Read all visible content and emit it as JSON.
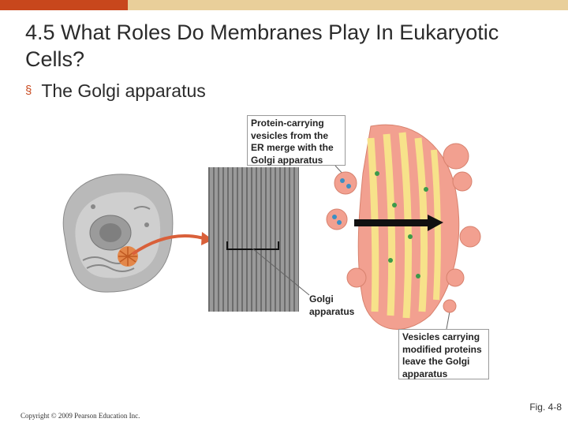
{
  "slide": {
    "title": "4.5 What Roles Do Membranes Play In Eukaryotic Cells?",
    "bullet": "The Golgi apparatus",
    "bullet_marker": "§"
  },
  "figure": {
    "callout_er": [
      "Protein-carrying",
      "vesicles from the",
      "ER merge with the",
      "Golgi apparatus"
    ],
    "label_golgi": [
      "Golgi",
      "apparatus"
    ],
    "callout_vesicles": [
      "Vesicles carrying",
      "modified proteins",
      "leave the Golgi",
      "apparatus"
    ]
  },
  "footer": {
    "fig_label": "Fig. 4-8",
    "copyright": "Copyright © 2009 Pearson Education Inc."
  },
  "colors": {
    "accent_red": "#c8471c",
    "accent_tan": "#e9cf9a",
    "golgi_pink": "#f2a090",
    "golgi_yellow": "#f7e28a"
  }
}
